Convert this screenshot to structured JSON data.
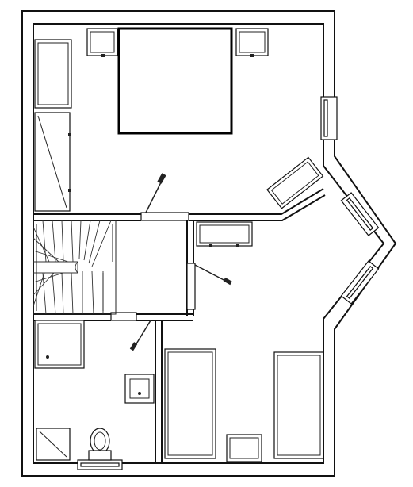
{
  "diagram": {
    "kind": "architectural floor plan (upper floor, black-and-white line drawing)",
    "rooms": [
      "bedroom-top",
      "bedroom-right",
      "stair-hall",
      "bathroom"
    ],
    "furniture": [
      "double-bed",
      "nightstand-left",
      "nightstand-right",
      "wardrobe-top",
      "wardrobe-tall",
      "angled-desk",
      "shelf-unit",
      "single-bed-left",
      "single-bed-right",
      "low-cabinet",
      "washbasin",
      "toilet",
      "shower-tray",
      "washer"
    ],
    "colors": {
      "line": "#111111",
      "background": "#ffffff"
    }
  }
}
